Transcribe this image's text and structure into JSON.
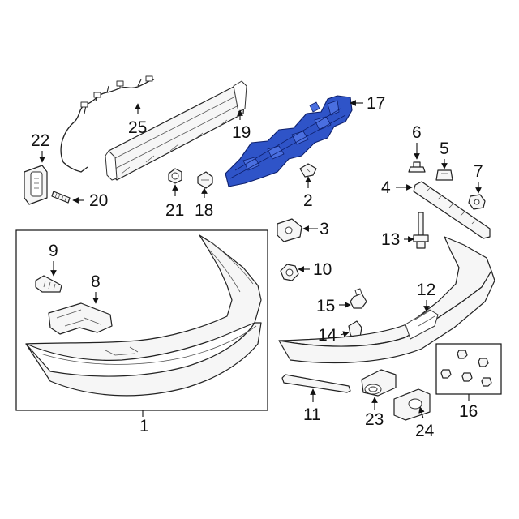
{
  "highlight_color": "#2f54c8",
  "callouts": {
    "c1": "1",
    "c2": "2",
    "c3": "3",
    "c4": "4",
    "c5": "5",
    "c6": "6",
    "c7": "7",
    "c8": "8",
    "c9": "9",
    "c10": "10",
    "c11": "11",
    "c12": "12",
    "c13": "13",
    "c14": "14",
    "c15": "15",
    "c16": "16",
    "c17": "17",
    "c18": "18",
    "c19": "19",
    "c20": "20",
    "c21": "21",
    "c22": "22",
    "c23": "23",
    "c24": "24",
    "c25": "25"
  }
}
